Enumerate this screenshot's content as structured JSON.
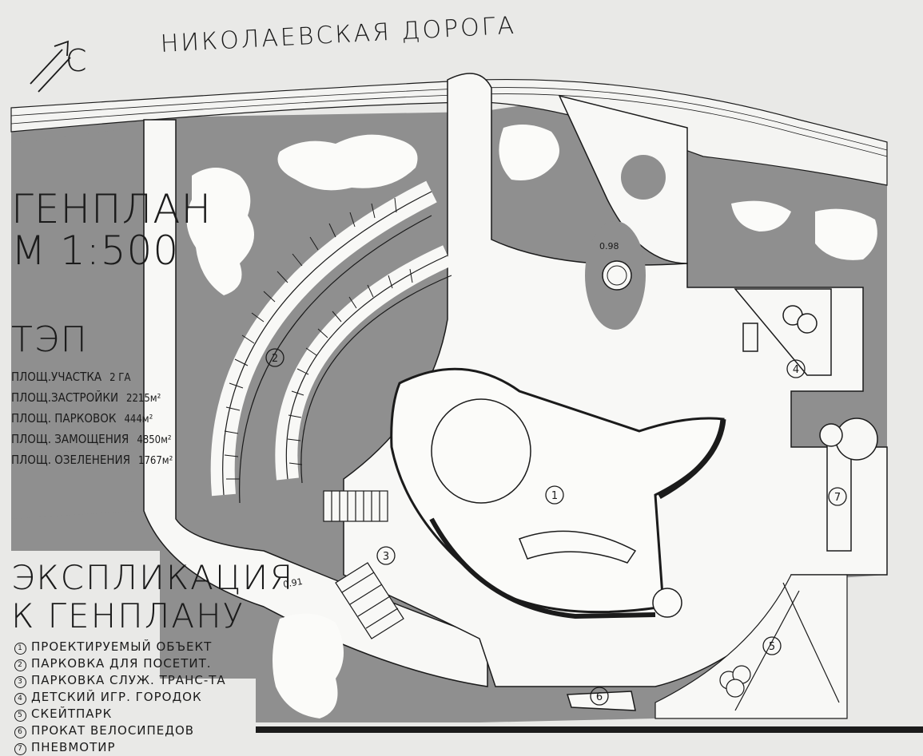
{
  "road_name": "НИКОЛАЕВСКАЯ ДОРОГА",
  "north_letter": "С",
  "plan_title": {
    "line1": "ГЕНПЛАН",
    "line2": "М 1:500"
  },
  "tep": {
    "title": "ТЭП",
    "rows": [
      {
        "label": "ПЛОЩ.УЧАСТКА",
        "value": "2 ГА"
      },
      {
        "label": "ПЛОЩ.ЗАСТРОЙКИ",
        "value": "2215м²"
      },
      {
        "label": "ПЛОЩ. ПАРКОВОК",
        "value": "444м²"
      },
      {
        "label": "ПЛОЩ. ЗАМОЩЕНИЯ",
        "value": "4850м²"
      },
      {
        "label": "ПЛОЩ. ОЗЕЛЕНЕНИЯ",
        "value": "1767м²"
      }
    ]
  },
  "explication": {
    "title_line1": "ЭКСПЛИКАЦИЯ",
    "title_line2": "К ГЕНПЛАНУ",
    "items": [
      {
        "num": "1",
        "label": "ПРОЕКТИРУЕМЫЙ ОБЪЕКТ"
      },
      {
        "num": "2",
        "label": "ПАРКОВКА ДЛЯ ПОСЕТИТ."
      },
      {
        "num": "3",
        "label": "ПАРКОВКА СЛУЖ. ТРАНС-ТА"
      },
      {
        "num": "4",
        "label": "ДЕТСКИЙ ИГР. ГОРОДОК"
      },
      {
        "num": "5",
        "label": "СКЕЙТПАРК"
      },
      {
        "num": "6",
        "label": "ПРОКАТ ВЕЛОСИПЕДОВ"
      },
      {
        "num": "7",
        "label": "ПНЕВМОТИР"
      }
    ]
  },
  "elevation_marks": {
    "top": "0.98",
    "left": "0.91"
  },
  "zone_numbers": [
    "1",
    "2",
    "3",
    "4",
    "5",
    "6",
    "7"
  ],
  "colors": {
    "paper": "#e9e9e7",
    "lawn": "#8e8e8e",
    "path": "#f8f8f6",
    "ink": "#1b1b1b"
  }
}
